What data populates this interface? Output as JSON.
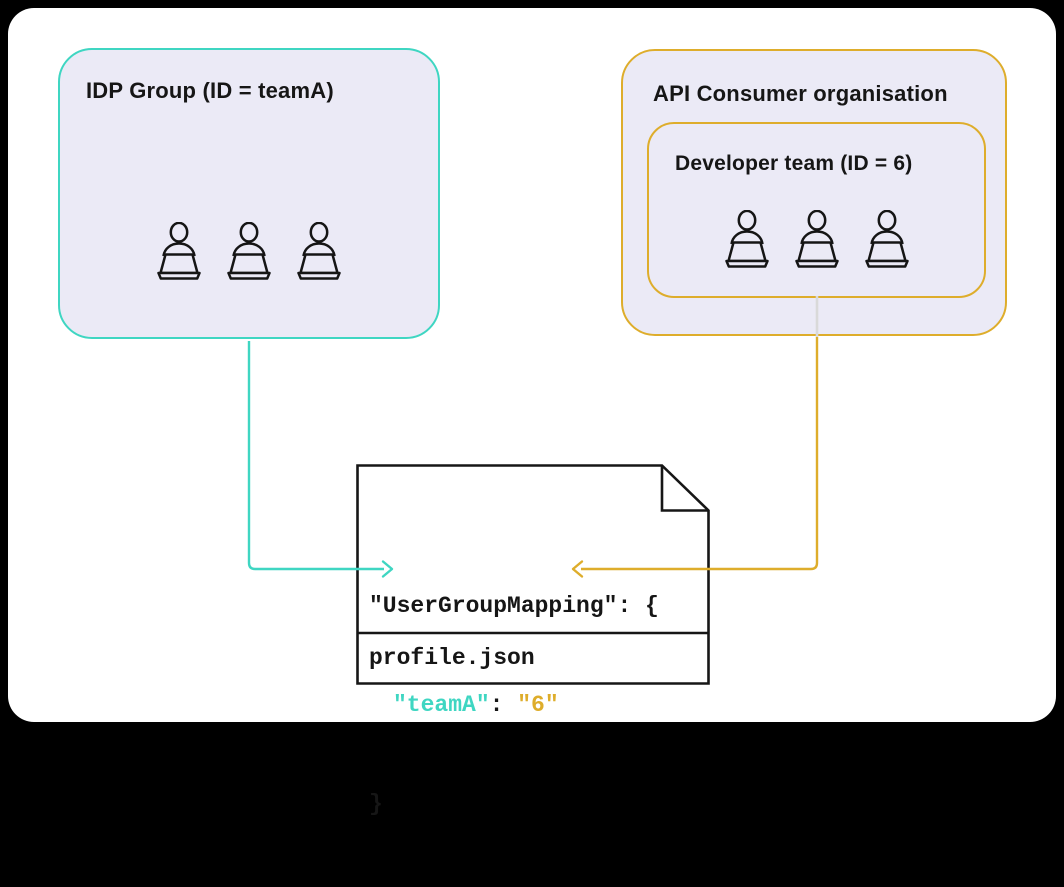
{
  "colors": {
    "page_bg": "#000000",
    "card_bg": "#ffffff",
    "box_fill": "#EBEAF6",
    "teal": "#3FD6C2",
    "gold": "#DEAD2B",
    "connector_gray": "#D9D9D9",
    "ink": "#161616"
  },
  "idp_group": {
    "title": "IDP Group (ID = teamA)",
    "member_count": 3
  },
  "api_org": {
    "title": "API Consumer organisation",
    "developer_team": {
      "title": "Developer team (ID = 6)",
      "member_count": 3
    }
  },
  "profile_file": {
    "filename": "profile.json",
    "code_line1": "\"UserGroupMapping\": {",
    "code_key": "\"teamA\"",
    "code_separator": ": ",
    "code_value": "\"6\"",
    "code_line3": "}"
  },
  "icons": {
    "person_laptop": "person working at laptop",
    "arrow_right": "right-pointing chevron arrow",
    "arrow_left": "left-pointing chevron arrow"
  }
}
